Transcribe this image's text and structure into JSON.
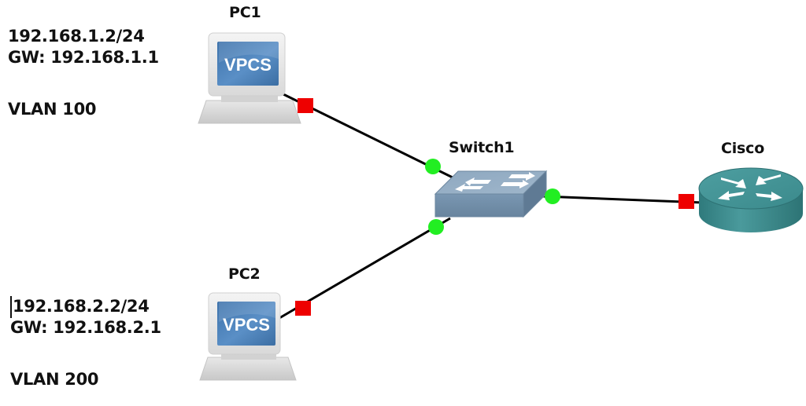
{
  "nodes": {
    "pc1": {
      "name": "PC1",
      "icon": "vpcs-pc-icon",
      "screen_text": "VPCS"
    },
    "pc2": {
      "name": "PC2",
      "icon": "vpcs-pc-icon",
      "screen_text": "VPCS"
    },
    "switch1": {
      "name": "Switch1",
      "icon": "ethernet-switch-icon"
    },
    "cisco": {
      "name": "Cisco",
      "icon": "router-icon"
    }
  },
  "notes": {
    "pc1": {
      "ip": "192.168.1.2/24",
      "gw": "GW: 192.168.1.1",
      "vlan": "VLAN 100"
    },
    "pc2": {
      "ip": "192.168.2.2/24",
      "gw": "GW: 192.168.2.1",
      "vlan": "VLAN 200"
    }
  },
  "links": [
    {
      "from": "pc1",
      "to": "switch1",
      "from_status": "stopped",
      "to_status": "started"
    },
    {
      "from": "pc2",
      "to": "switch1",
      "from_status": "stopped",
      "to_status": "started"
    },
    {
      "from": "switch1",
      "to": "cisco",
      "from_status": "started",
      "to_status": "stopped"
    }
  ],
  "colors": {
    "link": "#000000",
    "port_started": "#22ee22",
    "port_stopped": "#ee0000",
    "vpcs_screen": "#4a7fb5",
    "switch_body": "#7f9ab3",
    "router_body": "#3f8c8e"
  }
}
